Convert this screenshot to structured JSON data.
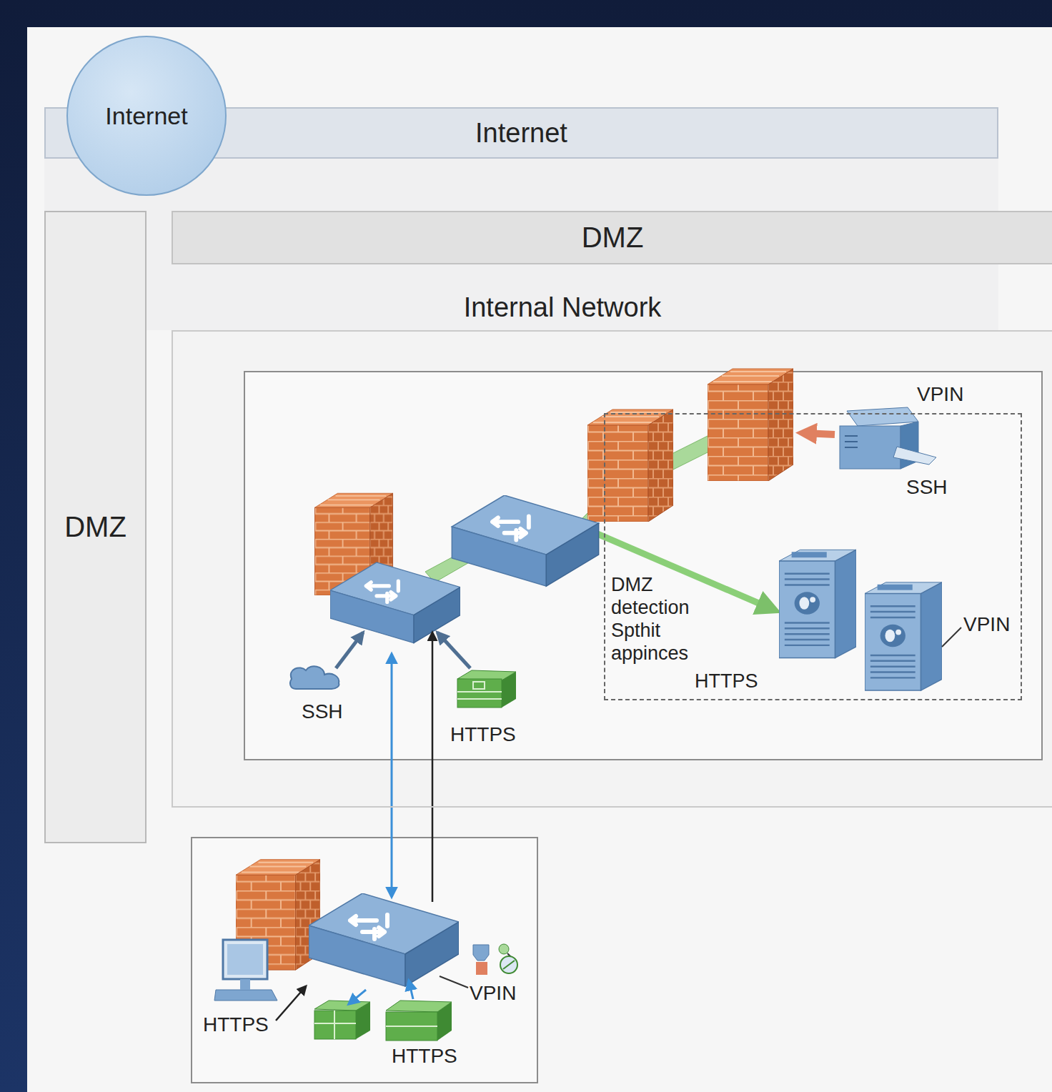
{
  "diagram": {
    "nodes": [
      {
        "text": [
          "Internet"
        ]
      },
      {
        "text": [
          "Internet"
        ]
      },
      {
        "text": [
          "DMZ"
        ]
      },
      {
        "text": [
          "DMZ"
        ]
      },
      {
        "text": [
          "Internal Network"
        ]
      },
      {
        "text": [
          "DMZ detection Spthit appinces",
          "HTTPS"
        ],
        "in": 4
      }
    ],
    "labels": [
      "VPIN",
      "SSH",
      "VPIN",
      "SSH",
      "HTTPS",
      "HTTPS",
      "VPIN",
      "HTTPS"
    ]
  }
}
